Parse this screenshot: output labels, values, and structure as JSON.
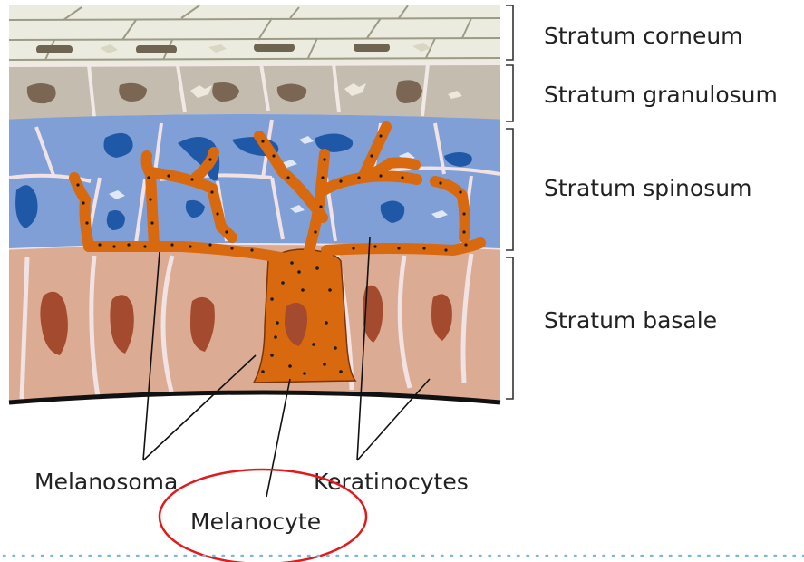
{
  "layers": [
    {
      "id": "corneum",
      "label": "Stratum corneum"
    },
    {
      "id": "granulosum",
      "label": "Stratum granulosum"
    },
    {
      "id": "spinosum",
      "label": "Stratum spinosum"
    },
    {
      "id": "basale",
      "label": "Stratum basale"
    }
  ],
  "callouts": {
    "melanosoma": "Melanosoma",
    "keratinocytes": "Keratinocytes",
    "melanocyte": "Melanocyte"
  },
  "colors": {
    "corneum": "#ecebe0",
    "granulosum": "#c4bcaf",
    "granulosum_nucleus": "#7a6652",
    "spinosum": "#7f9fd6",
    "spinosum_nucleus": "#1f58a6",
    "basale": "#dcab93",
    "basale_nucleus": "#a44a2e",
    "membrane": "#f3e2e4",
    "melanocyte": "#d8690e",
    "melanosome": "#1a1a1a",
    "highlight": "#e01b1b",
    "dotted_rule": "#7fb5dd"
  }
}
